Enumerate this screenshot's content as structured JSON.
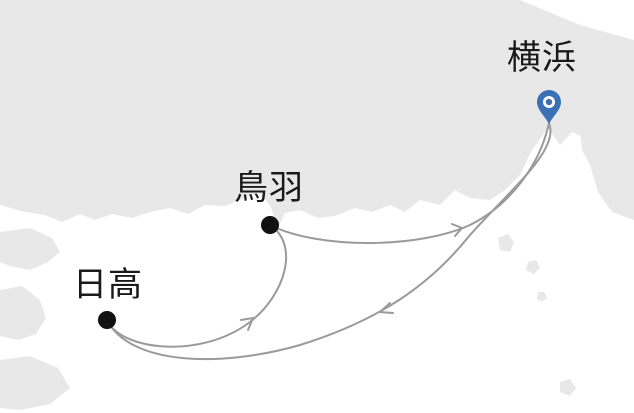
{
  "map": {
    "land_color": "#e8e8e8",
    "sea_color": "#ffffff",
    "route_color": "#9a9a9a",
    "port_dot_color": "#111111",
    "pin_color": "#3b6fb6"
  },
  "ports": {
    "yokohama": {
      "label": "横浜",
      "marker": "pin-icon"
    },
    "toba": {
      "label": "鳥羽",
      "marker": "dot"
    },
    "hidaka": {
      "label": "日高",
      "marker": "dot"
    }
  },
  "routes": [
    {
      "from": "横浜",
      "to": "日高"
    },
    {
      "from": "日高",
      "to": "鳥羽"
    },
    {
      "from": "鳥羽",
      "to": "横浜"
    }
  ]
}
